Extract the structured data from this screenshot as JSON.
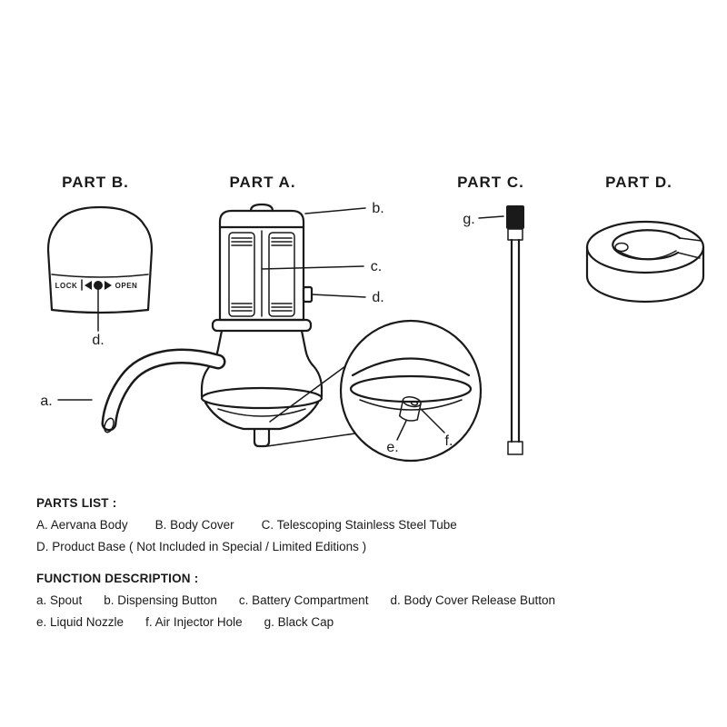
{
  "diagram": {
    "parts": {
      "b_title": "PART B.",
      "a_title": "PART A.",
      "c_title": "PART C.",
      "d_title": "PART D."
    },
    "cover": {
      "lock": "LOCK",
      "open": "OPEN"
    },
    "callouts": {
      "a": "a.",
      "b": "b.",
      "c": "c.",
      "d_body": "d.",
      "d_cover": "d.",
      "e": "e.",
      "f": "f.",
      "g": "g."
    }
  },
  "parts_list": {
    "title": "PARTS LIST :",
    "row1": [
      "A. Aervana Body",
      "B. Body Cover",
      "C. Telescoping Stainless Steel Tube"
    ],
    "row2": [
      "D. Product Base ( Not Included in Special / Limited Editions )"
    ]
  },
  "function_description": {
    "title": "FUNCTION DESCRIPTION :",
    "row1": [
      "a. Spout",
      "b. Dispensing Button",
      "c. Battery Compartment",
      "d. Body Cover Release Button"
    ],
    "row2": [
      "e. Liquid Nozzle",
      "f. Air Injector Hole",
      "g. Black Cap"
    ]
  }
}
